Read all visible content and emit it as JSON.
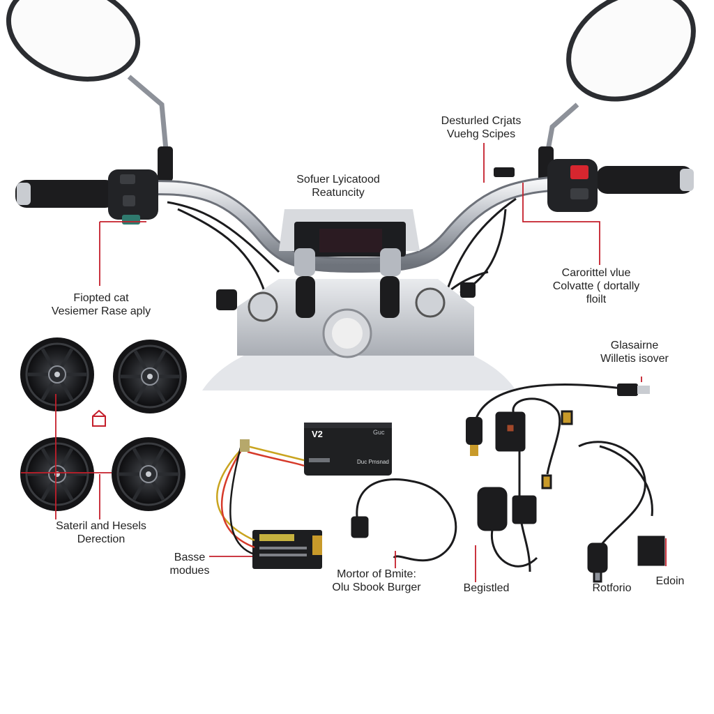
{
  "colors": {
    "leader_line": "#c41e2a",
    "chrome": "#c9ccd1",
    "black_part": "#1c1c1e",
    "background": "#ffffff"
  },
  "labels": {
    "top_right": [
      "Desturled Crjats",
      "Vuehg Scipes"
    ],
    "center_top": [
      "Sofuer Lyicatood",
      "Reatuncity"
    ],
    "left_mid": [
      "Fiopted cat",
      "Vesiemer Rase aply"
    ],
    "right_mid": [
      "Carorittel vlue",
      "Colvatte ( dortally",
      "floilt"
    ],
    "right_cable": [
      "Glasairne",
      "Willetis isover"
    ],
    "speakers": [
      "Sateril and Hesels",
      "Derection"
    ],
    "base_modules": [
      "Basse",
      "modues"
    ],
    "center_bottom": [
      "Mortor of Bmite:",
      "Olu Sbook Burger"
    ],
    "begistled": [
      "Begistled"
    ],
    "rotforio": [
      "Rotforio"
    ],
    "edoin": [
      "Edoin"
    ]
  },
  "module_text": {
    "box_logo": "V2",
    "box_corner": "Guc",
    "box_line": "Duc Pmsnad"
  },
  "icons": [
    "mirror-icon",
    "speaker-icon",
    "module-icon",
    "usb-plug-icon",
    "cable-icon"
  ]
}
